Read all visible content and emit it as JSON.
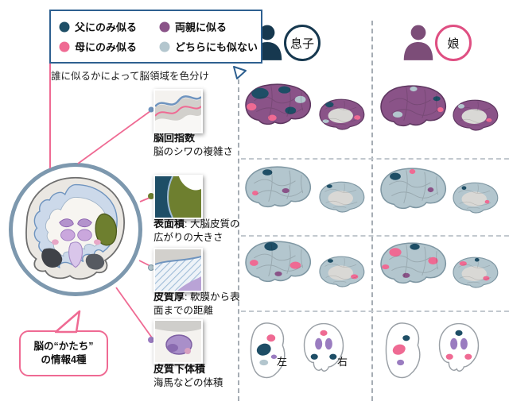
{
  "figure": {
    "legend": {
      "items": [
        {
          "label": "父にのみ似る",
          "color": "#1e4e66"
        },
        {
          "label": "両親に似る",
          "color": "#8a5388"
        },
        {
          "label": "母にのみ似る",
          "color": "#ef6a93"
        },
        {
          "label": "どちらにも似ない",
          "color": "#b3c6ce"
        }
      ],
      "caption": "誰に似るかによって脳領域を色分け"
    },
    "columns": {
      "son": "息子",
      "daughter": "娘"
    },
    "measures": [
      {
        "name": "脳回指数",
        "desc": "脳のシワの複雑さ"
      },
      {
        "name": "表面積",
        "desc": ": 大脳皮質の広がりの大きさ"
      },
      {
        "name": "皮質厚",
        "desc": ": 軟膜から表面までの距離"
      },
      {
        "name": "皮質下体積",
        "desc": "海馬などの体積"
      }
    ],
    "bubble": {
      "line1": "脳の“かたち”",
      "line2": "の情報4種"
    },
    "orientation": {
      "left": "左",
      "right": "右"
    },
    "palette": {
      "father_only": "#1e4e66",
      "mother_only": "#ef6a93",
      "both_parents": "#8a5388",
      "neither": "#b3c6ce",
      "surface_area_green": "#6e7f2f",
      "subcortical_purple": "#9a7cc0",
      "ring_blue": "#7d98ae",
      "connector_pink": "#ef6a93"
    }
  }
}
